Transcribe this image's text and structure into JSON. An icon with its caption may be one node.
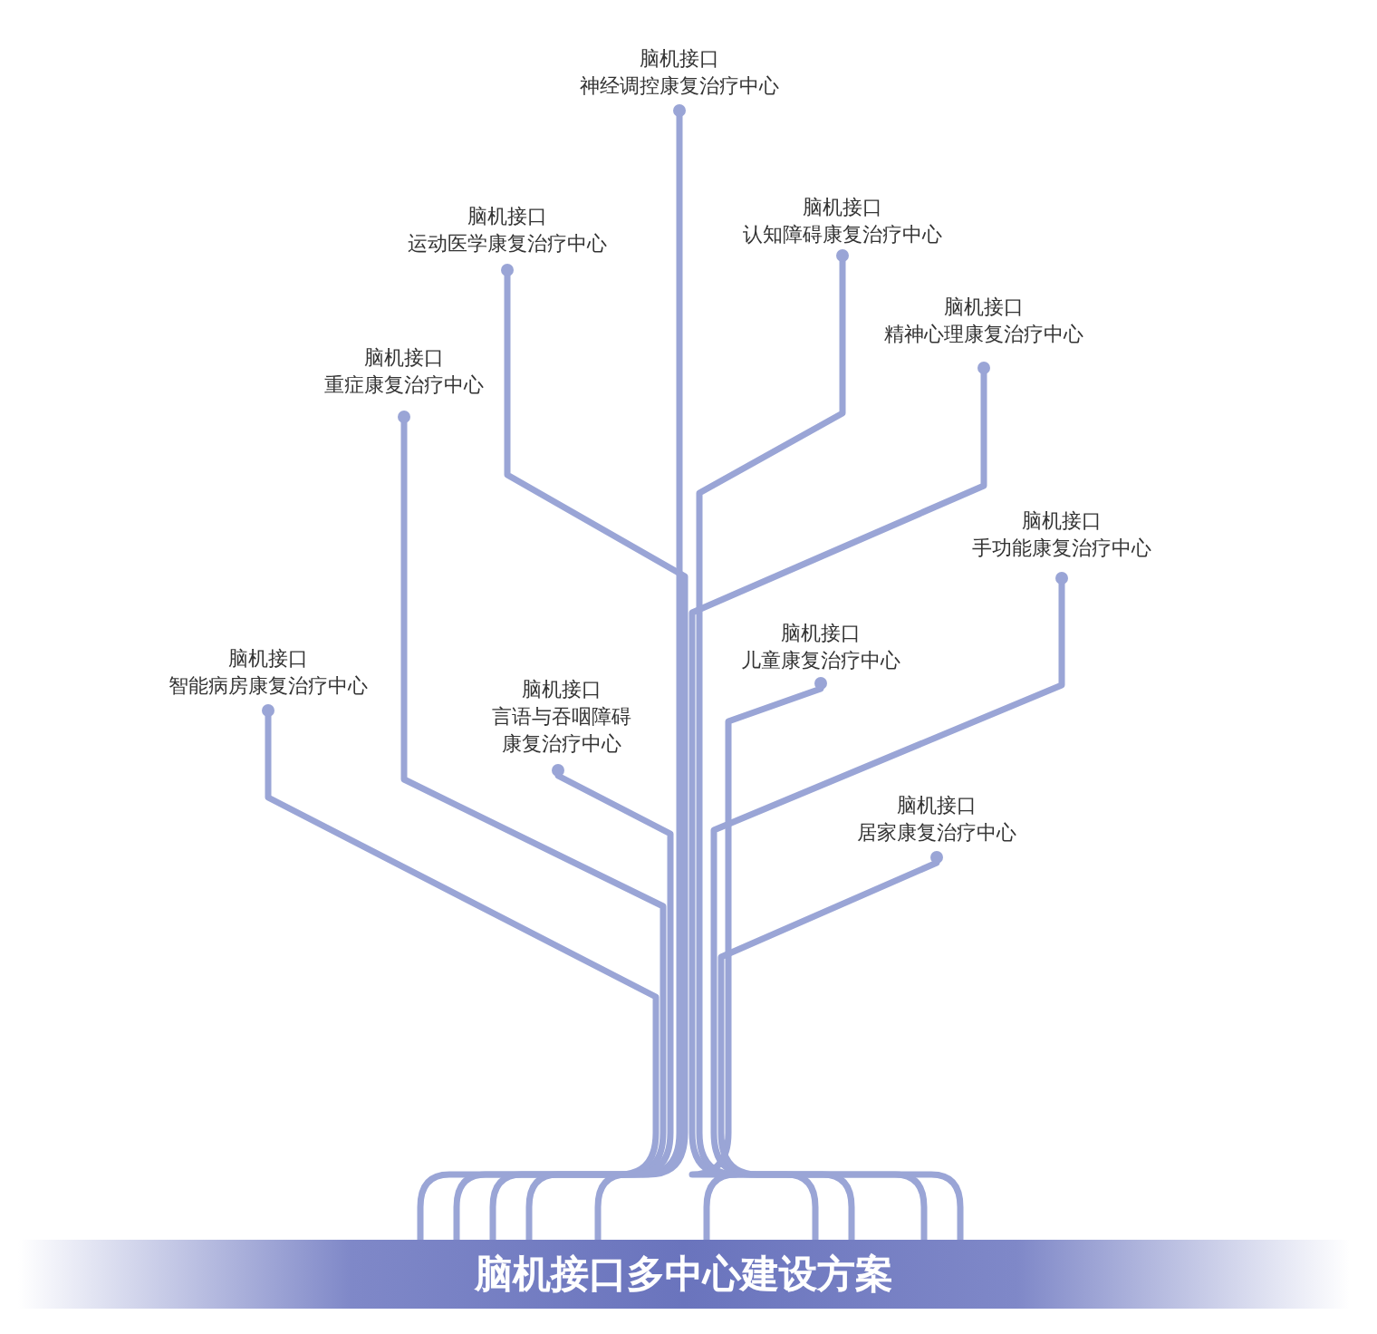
{
  "diagram": {
    "nodes": [
      {
        "text": [
          "脑机接口",
          "神经调控康复治疗中心"
        ]
      },
      {
        "text": [
          "脑机接口",
          "运动医学康复治疗中心"
        ]
      },
      {
        "text": [
          "脑机接口",
          "认知障碍康复治疗中心"
        ]
      },
      {
        "text": [
          "脑机接口",
          "精神心理康复治疗中心"
        ]
      },
      {
        "text": [
          "脑机接口",
          "重症康复治疗中心"
        ]
      },
      {
        "text": [
          "脑机接口",
          "手功能康复治疗中心"
        ]
      },
      {
        "text": [
          "脑机接口",
          "儿童康复治疗中心"
        ]
      },
      {
        "text": [
          "脑机接口",
          "智能病房康复治疗中心"
        ]
      },
      {
        "text": [
          "脑机接口",
          "言语与吞咽障碍康复治疗中心"
        ]
      },
      {
        "text": [
          "脑机接口",
          "居家康复治疗中心"
        ]
      },
      {
        "text": [
          "脑机接口多中心建设方案"
        ]
      }
    ],
    "edges": [
      {
        "from": 0,
        "to": 10,
        "arrow": "other"
      },
      {
        "from": 1,
        "to": 10,
        "arrow": "other"
      },
      {
        "from": 2,
        "to": 10,
        "arrow": "other"
      },
      {
        "from": 3,
        "to": 10,
        "arrow": "other"
      },
      {
        "from": 4,
        "to": 10,
        "arrow": "other"
      },
      {
        "from": 5,
        "to": 10,
        "arrow": "other"
      },
      {
        "from": 6,
        "to": 10,
        "arrow": "other"
      },
      {
        "from": 7,
        "to": 10,
        "arrow": "other"
      },
      {
        "from": 8,
        "to": 10,
        "arrow": "other"
      },
      {
        "from": 9,
        "to": 10,
        "arrow": "other"
      }
    ]
  }
}
